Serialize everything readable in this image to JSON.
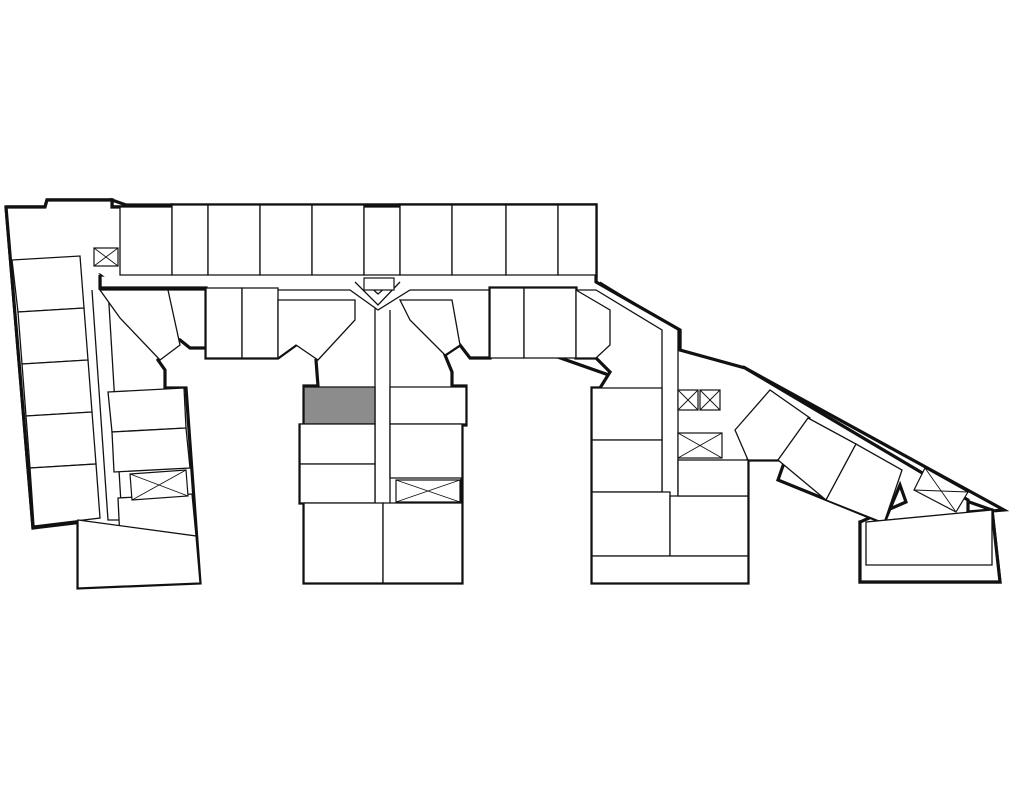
{
  "floorplan": {
    "colors": {
      "background": "#ffffff",
      "wall": "#111111",
      "selected_unit": "#8c8c8c"
    },
    "selected_unit_index": 18,
    "unit_count": 45,
    "elevator_core_count": 8
  }
}
